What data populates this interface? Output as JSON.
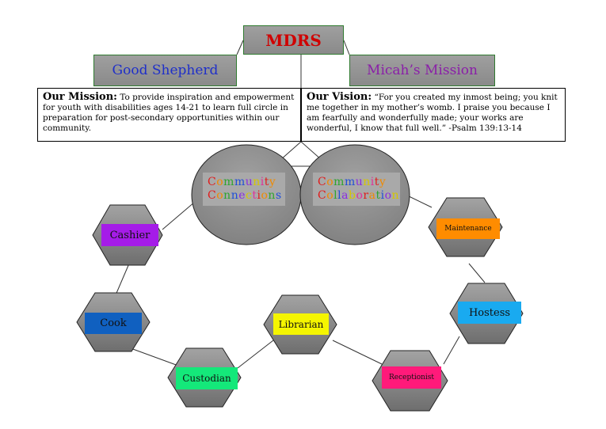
{
  "header": {
    "top_title": "MDRS",
    "left_title": "Good Shepherd",
    "right_title": "Micah’s Mission"
  },
  "mission": {
    "heading": "Our Mission:",
    "text": "To provide inspiration and empowerment for youth with disabilities ages 14-21 to learn full circle in preparation for post-secondary opportunities within our community."
  },
  "vision": {
    "heading": "Our Vision:",
    "text": "“For you created my inmost being; you knit me together in my mother’s womb. I praise you because I am fearfully and wonderfully made; your works are wonderful, I know that full well.” -Psalm 139:13-14"
  },
  "circles": {
    "left": {
      "line1": "Community",
      "line2": "Connections"
    },
    "right": {
      "line1": "Community",
      "line2": "Collaboration"
    }
  },
  "roles": {
    "cashier": {
      "label": "Cashier",
      "color": "#a51ce8"
    },
    "cook": {
      "label": "Cook",
      "color": "#1060c0"
    },
    "custodian": {
      "label": "Custodian",
      "color": "#14e87a"
    },
    "librarian": {
      "label": "Librarian",
      "color": "#f5f500"
    },
    "receptionist": {
      "label": "Receptionist",
      "color": "#ff1a7a"
    },
    "hostess": {
      "label": "Hostess",
      "color": "#19aaf0"
    },
    "maintenance": {
      "label": "Maintenance",
      "color": "#ff8c00"
    }
  },
  "palette": {
    "node_gray": "#8e8e8e",
    "box_border": "#2f7a2f",
    "mdrs_text": "#d00000",
    "good_shepherd_text": "#1f2fc9",
    "micah_text": "#8a1fa8"
  }
}
